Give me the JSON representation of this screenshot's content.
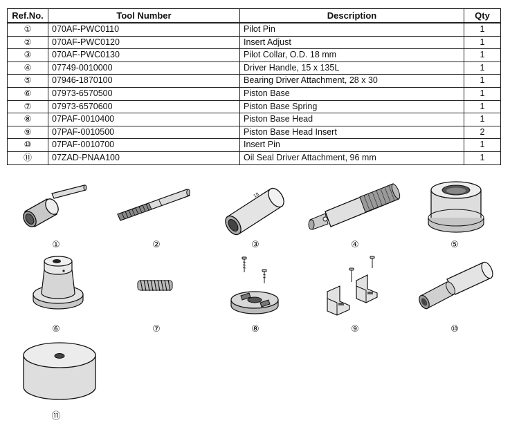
{
  "table": {
    "headers": {
      "ref": "Ref.No.",
      "tool": "Tool Number",
      "desc": "Description",
      "qty": "Qty"
    },
    "rows": [
      {
        "ref": "①",
        "tool": "070AF-PWC0110",
        "desc": "Pilot Pin",
        "qty": "1"
      },
      {
        "ref": "②",
        "tool": "070AF-PWC0120",
        "desc": "Insert Adjust",
        "qty": "1"
      },
      {
        "ref": "③",
        "tool": "070AF-PWC0130",
        "desc": "Pilot Collar, O.D. 18 mm",
        "qty": "1"
      },
      {
        "ref": "④",
        "tool": "07749-0010000",
        "desc": "Driver Handle, 15 x 135L",
        "qty": "1"
      },
      {
        "ref": "⑤",
        "tool": "07946-1870100",
        "desc": "Bearing Driver Attachment, 28 x 30",
        "qty": "1"
      },
      {
        "ref": "⑥",
        "tool": "07973-6570500",
        "desc": "Piston Base",
        "qty": "1"
      },
      {
        "ref": "⑦",
        "tool": "07973-6570600",
        "desc": "Piston Base Spring",
        "qty": "1"
      },
      {
        "ref": "⑧",
        "tool": "07PAF-0010400",
        "desc": "Piston Base Head",
        "qty": "1"
      },
      {
        "ref": "⑨",
        "tool": "07PAF-0010500",
        "desc": "Piston Base Head Insert",
        "qty": "2"
      },
      {
        "ref": "⑩",
        "tool": "07PAF-0010700",
        "desc": "Insert Pin",
        "qty": "1"
      },
      {
        "ref": "⑪",
        "tool": "07ZAD-PNAA100",
        "desc": "Oil Seal Driver Attachment, 96 mm",
        "qty": "1"
      }
    ]
  },
  "illustrations": [
    {
      "label": "①",
      "icon": "pilot-pin-icon"
    },
    {
      "label": "②",
      "icon": "insert-adjust-icon"
    },
    {
      "label": "③",
      "icon": "pilot-collar-icon"
    },
    {
      "label": "④",
      "icon": "driver-handle-icon"
    },
    {
      "label": "⑤",
      "icon": "bearing-driver-attachment-icon"
    },
    {
      "label": "⑥",
      "icon": "piston-base-icon"
    },
    {
      "label": "⑦",
      "icon": "piston-base-spring-icon"
    },
    {
      "label": "⑧",
      "icon": "piston-base-head-icon"
    },
    {
      "label": "⑨",
      "icon": "piston-base-head-insert-icon"
    },
    {
      "label": "⑩",
      "icon": "insert-pin-icon"
    },
    {
      "label": "⑪",
      "icon": "oil-seal-driver-attachment-icon"
    }
  ]
}
